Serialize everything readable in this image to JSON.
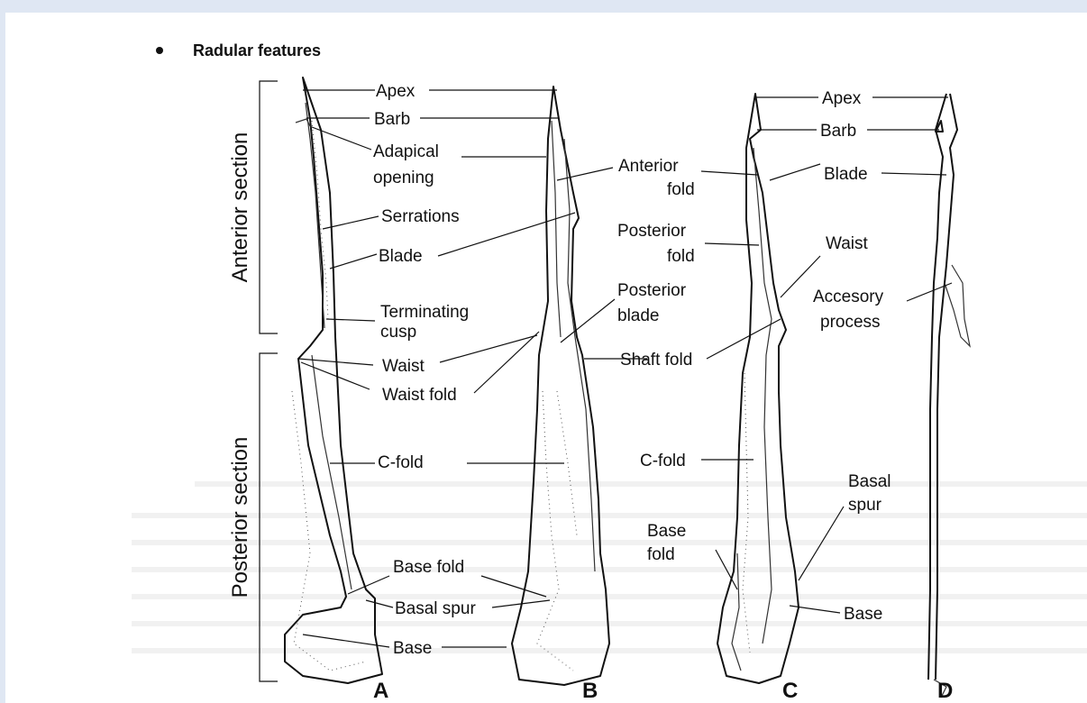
{
  "heading": "Radular features",
  "sections": {
    "anterior": "Anterior section",
    "posterior": "Posterior section"
  },
  "panels": [
    "A",
    "B",
    "C",
    "D"
  ],
  "labels": {
    "a_apex": "Apex",
    "a_barb": "Barb",
    "a_adapical_1": "Adapical",
    "a_adapical_2": "opening",
    "a_serrations": "Serrations",
    "a_blade": "Blade",
    "a_terminating_1": "Terminating",
    "a_terminating_2": "cusp",
    "a_waist": "Waist",
    "a_waist_fold": "Waist  fold",
    "a_cfold": "C-fold",
    "a_base_fold": "Base fold",
    "a_basal_spur": "Basal spur",
    "a_base": "Base",
    "b_anterior_fold_1": "Anterior",
    "b_anterior_fold_2": "fold",
    "b_posterior_fold_1": "Posterior",
    "b_posterior_fold_2": "fold",
    "b_posterior_blade_1": "Posterior",
    "b_posterior_blade_2": "blade",
    "b_shaft_fold": "Shaft fold",
    "c_apex": "Apex",
    "c_barb": "Barb",
    "c_blade": "Blade",
    "c_waist": "Waist",
    "c_cfold": "C-fold",
    "c_base_fold_1": "Base",
    "c_base_fold_2": "fold",
    "c_basal_spur_1": "Basal",
    "c_basal_spur_2": "spur",
    "c_base": "Base",
    "d_accessory_1": "Accesory",
    "d_accessory_2": "process"
  }
}
